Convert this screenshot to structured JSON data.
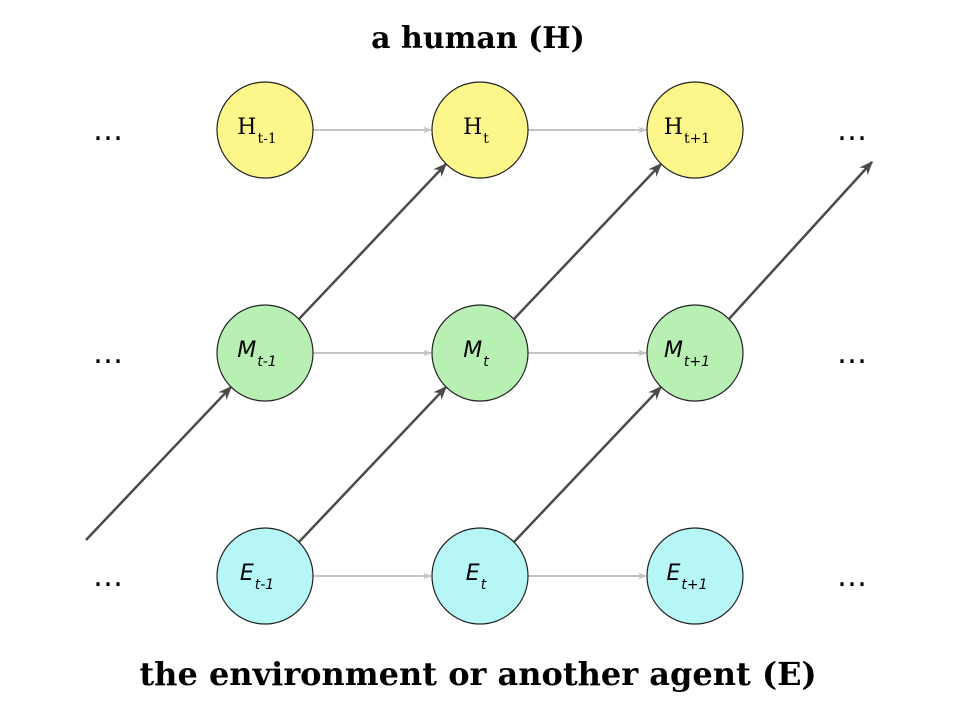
{
  "diagram": {
    "top_title": "a human (H)",
    "bottom_title": "the environment or another agent (E)",
    "ellipsis": "…",
    "colors": {
      "h_fill": "#fdf68a",
      "m_fill": "#b8f0b4",
      "e_fill": "#b6f6f7",
      "node_stroke": "#222222",
      "horizontal_arrow": "#c4c4c4",
      "diagonal_arrow": "#4a4a4a"
    },
    "rows": [
      {
        "id": "h",
        "color_key": "h_fill",
        "italic": false,
        "nodes": [
          {
            "base": "H",
            "sub": "t-1"
          },
          {
            "base": "H",
            "sub": "t"
          },
          {
            "base": "H",
            "sub": "t+1"
          }
        ]
      },
      {
        "id": "m",
        "color_key": "m_fill",
        "italic": true,
        "nodes": [
          {
            "base": "M",
            "sub": "t-1"
          },
          {
            "base": "M",
            "sub": "t"
          },
          {
            "base": "M",
            "sub": "t+1"
          }
        ]
      },
      {
        "id": "e",
        "color_key": "e_fill",
        "italic": true,
        "nodes": [
          {
            "base": "E",
            "sub": "t-1"
          },
          {
            "base": "E",
            "sub": "t"
          },
          {
            "base": "E",
            "sub": "t+1"
          }
        ]
      }
    ]
  }
}
